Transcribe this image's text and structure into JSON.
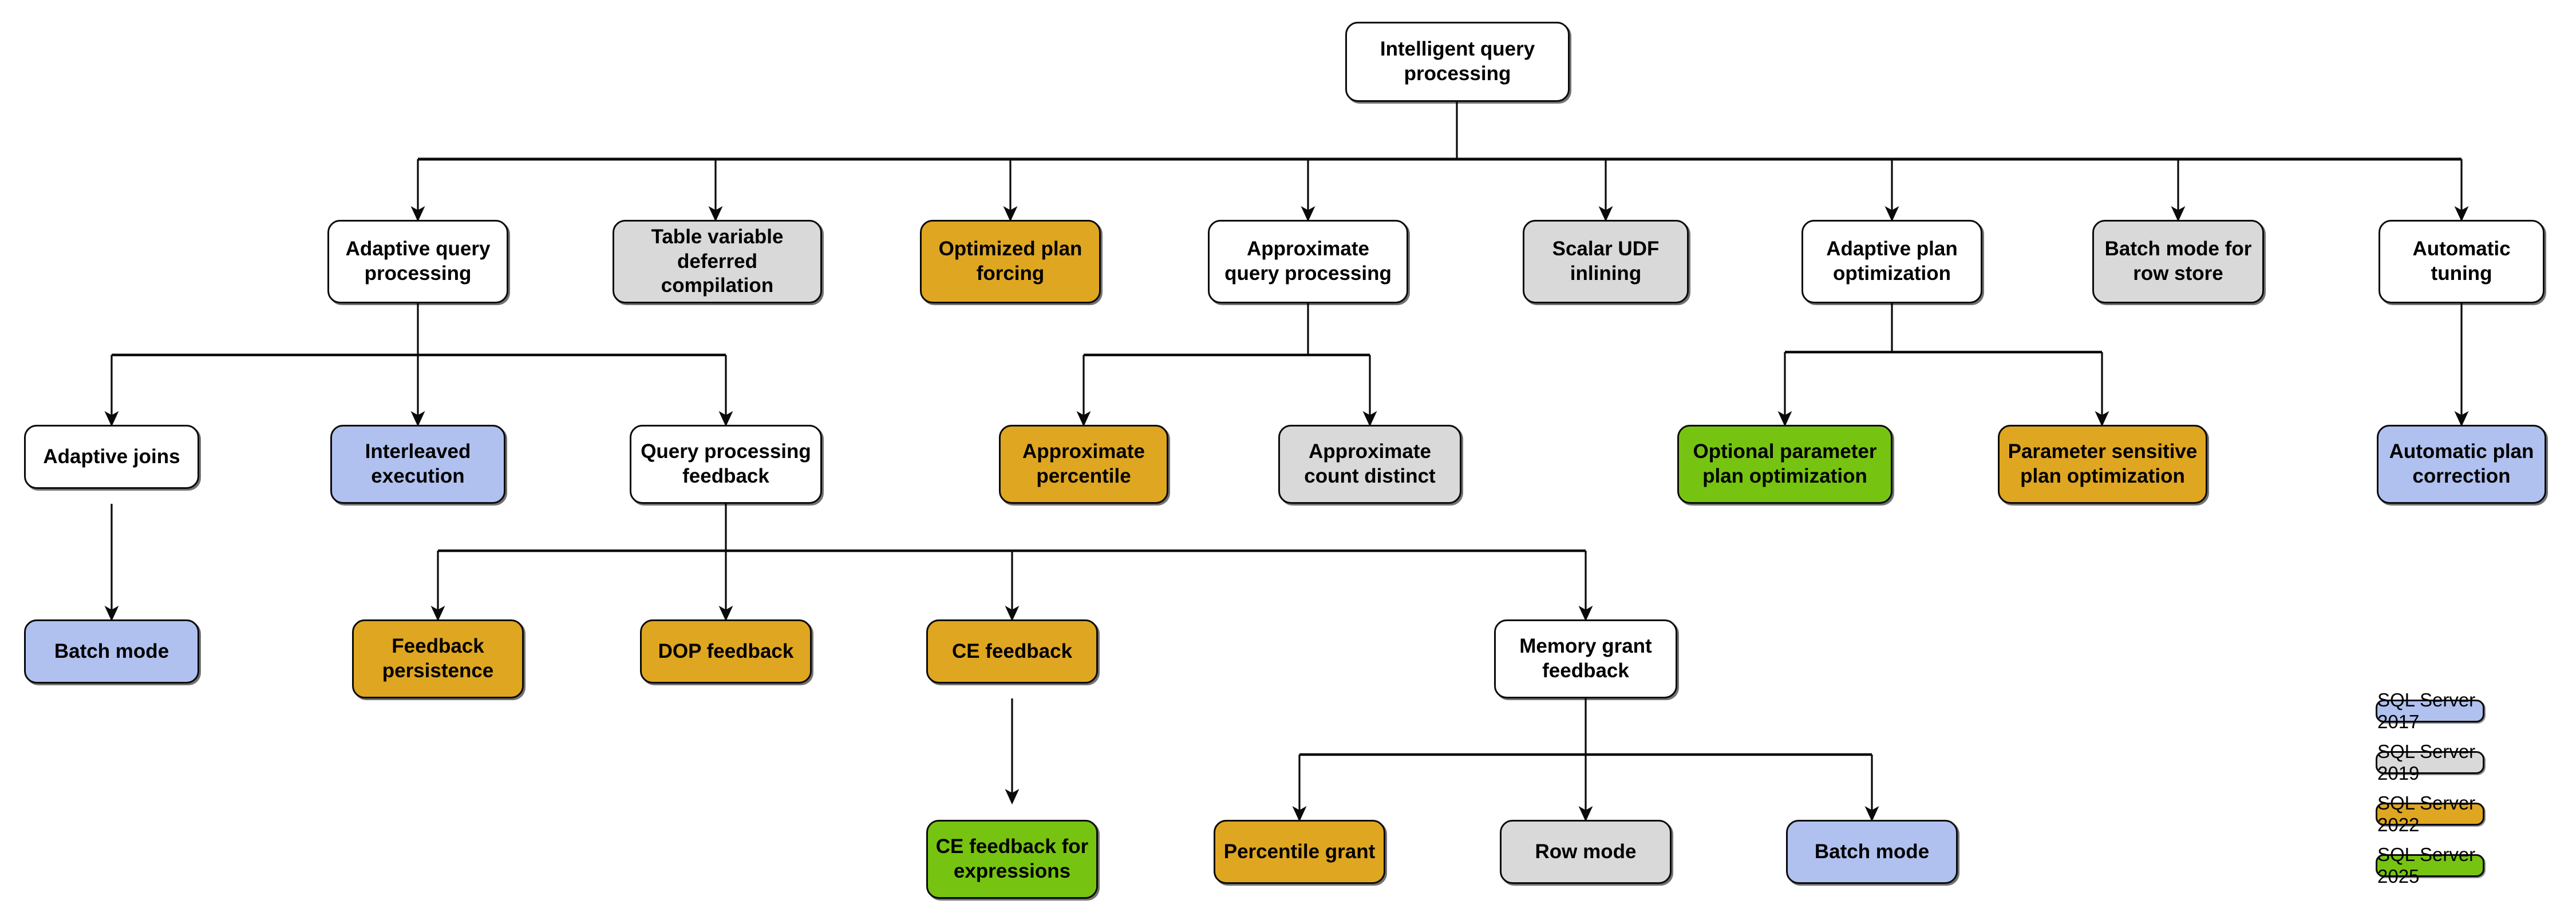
{
  "diagram": {
    "title": "Intelligent query processing",
    "type": "hierarchy-tree",
    "colors": {
      "white": "#ffffff",
      "gray": "#d9d9d9",
      "orange": "#dfa621",
      "green": "#76c411",
      "blue": "#b0c1ef",
      "stroke": "#0a0a0a"
    }
  },
  "nodes": {
    "root": {
      "label": "Intelligent query\nprocessing",
      "fill": "white"
    },
    "adaptive_query_processing": {
      "label": "Adaptive query\nprocessing",
      "fill": "white"
    },
    "table_variable_deferred_compilation": {
      "label": "Table variable\ndeferred compilation",
      "fill": "gray"
    },
    "optimized_plan_forcing": {
      "label": "Optimized plan\nforcing",
      "fill": "orange"
    },
    "approximate_query_processing": {
      "label": "Approximate\nquery processing",
      "fill": "white"
    },
    "scalar_udf_inlining": {
      "label": "Scalar UDF\ninlining",
      "fill": "gray"
    },
    "adaptive_plan_optimization": {
      "label": "Adaptive plan\noptimization",
      "fill": "white"
    },
    "batch_mode_for_row_store": {
      "label": "Batch mode for\nrow store",
      "fill": "gray"
    },
    "automatic_tuning": {
      "label": "Automatic\ntuning",
      "fill": "white"
    },
    "adaptive_joins": {
      "label": "Adaptive joins",
      "fill": "white"
    },
    "interleaved_execution": {
      "label": "Interleaved\nexecution",
      "fill": "blue"
    },
    "query_processing_feedback": {
      "label": "Query processing\nfeedback",
      "fill": "white"
    },
    "approximate_percentile": {
      "label": "Approximate\npercentile",
      "fill": "orange"
    },
    "approximate_count_distinct": {
      "label": "Approximate\ncount distinct",
      "fill": "gray"
    },
    "optional_parameter_plan_optimization": {
      "label": "Optional parameter\nplan optimization",
      "fill": "green"
    },
    "parameter_sensitive_plan_optimization": {
      "label": "Parameter sensitive\nplan optimization",
      "fill": "orange"
    },
    "automatic_plan_correction": {
      "label": "Automatic plan\ncorrection",
      "fill": "blue"
    },
    "batch_mode_adaptive_joins": {
      "label": "Batch mode",
      "fill": "blue"
    },
    "feedback_persistence": {
      "label": "Feedback\npersistence",
      "fill": "orange"
    },
    "dop_feedback": {
      "label": "DOP feedback",
      "fill": "orange"
    },
    "ce_feedback": {
      "label": "CE feedback",
      "fill": "orange"
    },
    "memory_grant_feedback": {
      "label": "Memory grant\nfeedback",
      "fill": "white"
    },
    "ce_feedback_for_expressions": {
      "label": "CE feedback for\nexpressions",
      "fill": "green"
    },
    "percentile_grant": {
      "label": "Percentile grant",
      "fill": "orange"
    },
    "row_mode": {
      "label": "Row mode",
      "fill": "gray"
    },
    "batch_mode_memory_grant": {
      "label": "Batch mode",
      "fill": "blue"
    }
  },
  "legend": {
    "items": [
      {
        "label": "SQL Server 2017",
        "fill": "blue"
      },
      {
        "label": "SQL Server 2019",
        "fill": "gray"
      },
      {
        "label": "SQL Server 2022",
        "fill": "orange"
      },
      {
        "label": "SQL Server 2025",
        "fill": "green"
      }
    ]
  }
}
